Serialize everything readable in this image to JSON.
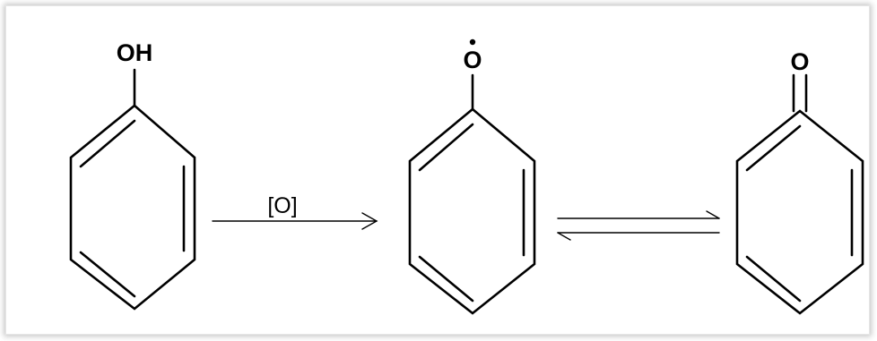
{
  "molecules": [
    {
      "name": "phenol",
      "label": "OH"
    },
    {
      "name": "phenoxy-radical",
      "label": "O",
      "radical": true
    },
    {
      "name": "cyclohexadienone",
      "label": "O"
    }
  ],
  "reaction": {
    "reagent": "[O]"
  },
  "colors": {
    "ink": "#000000",
    "background": "#ffffff"
  }
}
